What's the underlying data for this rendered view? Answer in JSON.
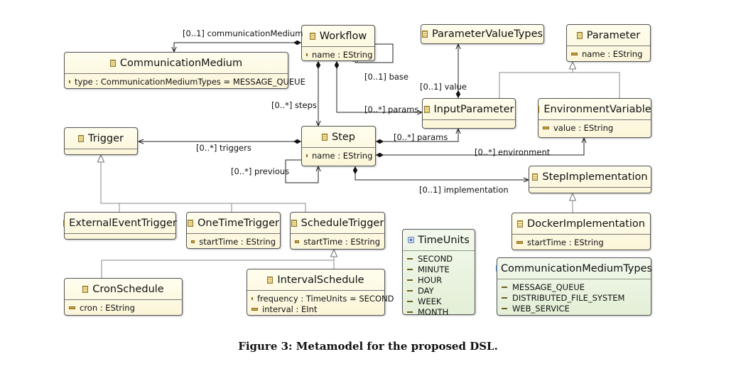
{
  "classes": {
    "workflow": {
      "name": "Workflow",
      "attrs": [
        "name : EString"
      ]
    },
    "communication_medium": {
      "name": "CommunicationMedium",
      "attrs": [
        "type : CommunicationMediumTypes = MESSAGE_QUEUE"
      ]
    },
    "parameter_value_types": {
      "name": "ParameterValueTypes",
      "attrs": []
    },
    "parameter": {
      "name": "Parameter",
      "attrs": [
        "name : EString"
      ]
    },
    "input_parameter": {
      "name": "InputParameter",
      "attrs": []
    },
    "environment_variable": {
      "name": "EnvironmentVariable",
      "attrs": [
        "value : EString"
      ]
    },
    "trigger": {
      "name": "Trigger",
      "attrs": []
    },
    "step": {
      "name": "Step",
      "attrs": [
        "name : EString"
      ]
    },
    "step_implementation": {
      "name": "StepImplementation",
      "attrs": []
    },
    "external_event_trigger": {
      "name": "ExternalEventTrigger",
      "attrs": []
    },
    "one_time_trigger": {
      "name": "OneTimeTrigger",
      "attrs": [
        "startTime : EString"
      ]
    },
    "schedule_trigger": {
      "name": "ScheduleTrigger",
      "attrs": [
        "startTime : EString"
      ]
    },
    "docker_implementation": {
      "name": "DockerImplementation",
      "attrs": [
        "startTime : EString"
      ]
    },
    "cron_schedule": {
      "name": "CronSchedule",
      "attrs": [
        "cron : EString"
      ]
    },
    "interval_schedule": {
      "name": "IntervalSchedule",
      "attrs": [
        "frequency : TimeUnits = SECOND",
        "interval : EInt"
      ]
    }
  },
  "enums": {
    "time_units": {
      "name": "TimeUnits",
      "literals": [
        "SECOND",
        "MINUTE",
        "HOUR",
        "DAY",
        "WEEK",
        "MONTH"
      ]
    },
    "communication_medium_types": {
      "name": "CommunicationMediumTypes",
      "literals": [
        "MESSAGE_QUEUE",
        "DISTRIBUTED_FILE_SYSTEM",
        "WEB_SERVICE"
      ]
    }
  },
  "references": {
    "communication_medium": "[0..1] communicationMedium",
    "base": "[0..1] base",
    "value": "[0..1] value",
    "workflow_params": "[0..*] params",
    "steps": "[0..*] steps",
    "step_params": "[0..*] params",
    "triggers": "[0..*] triggers",
    "environment": "[0..*] environment",
    "previous": "[0..*] previous",
    "implementation": "[0..1] implementation"
  },
  "caption": "Figure 3: Metamodel for the proposed DSL."
}
